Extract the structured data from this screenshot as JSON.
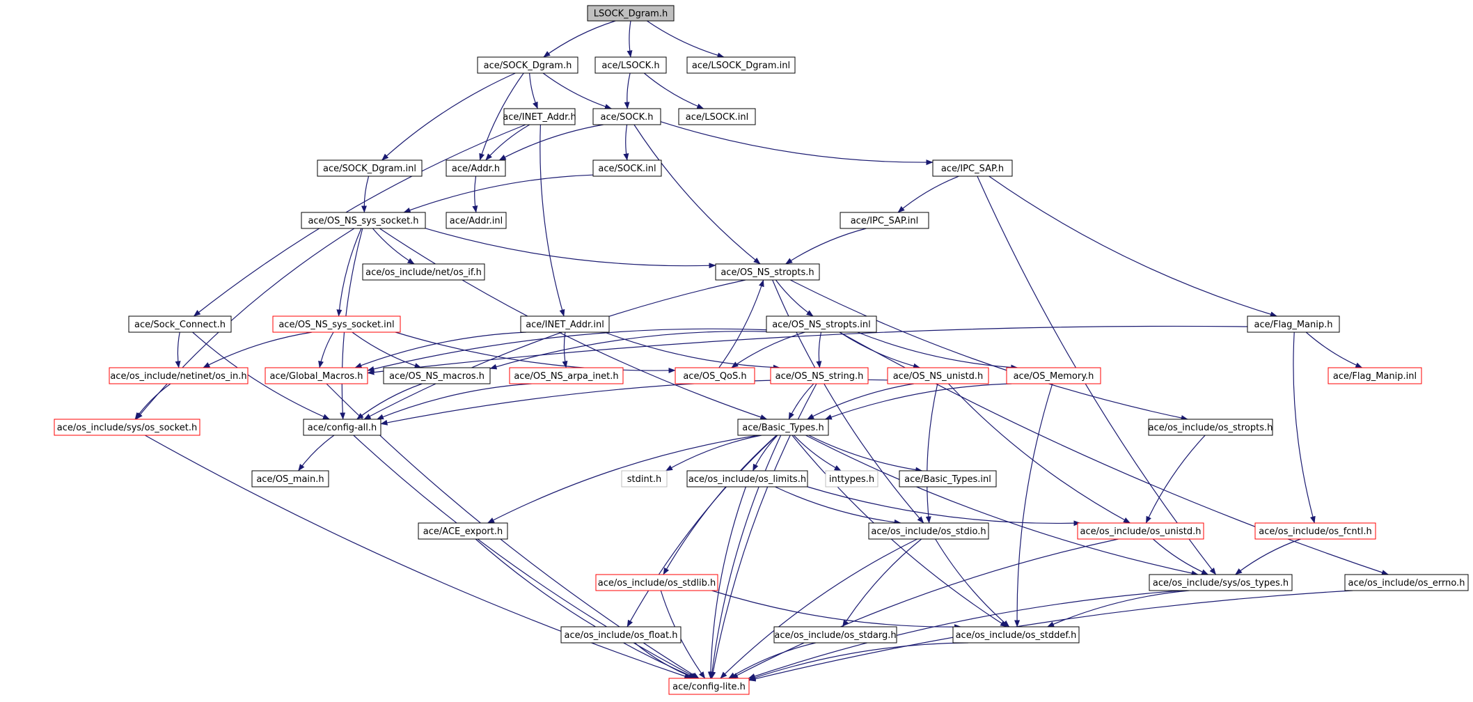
{
  "colors": {
    "edge": "#191970",
    "box_border": "#000000",
    "truncated_border": "#ff0000",
    "system_border": "#bfbfbf",
    "root_fill": "#bfbfbf"
  },
  "nodes": [
    {
      "id": "lsock_dgram_h",
      "label": "LSOCK_Dgram.h",
      "kind": "root"
    },
    {
      "id": "sock_dgram_h",
      "label": "ace/SOCK_Dgram.h",
      "kind": "normal"
    },
    {
      "id": "lsock_h",
      "label": "ace/LSOCK.h",
      "kind": "normal"
    },
    {
      "id": "lsock_dgram_inl",
      "label": "ace/LSOCK_Dgram.inl",
      "kind": "normal"
    },
    {
      "id": "inet_addr_h",
      "label": "ace/INET_Addr.h",
      "kind": "normal"
    },
    {
      "id": "sock_h",
      "label": "ace/SOCK.h",
      "kind": "normal"
    },
    {
      "id": "lsock_inl",
      "label": "ace/LSOCK.inl",
      "kind": "normal"
    },
    {
      "id": "sock_dgram_inl",
      "label": "ace/SOCK_Dgram.inl",
      "kind": "normal"
    },
    {
      "id": "addr_h",
      "label": "ace/Addr.h",
      "kind": "normal"
    },
    {
      "id": "sock_inl",
      "label": "ace/SOCK.inl",
      "kind": "normal"
    },
    {
      "id": "ipc_sap_h",
      "label": "ace/IPC_SAP.h",
      "kind": "normal"
    },
    {
      "id": "os_ns_sys_socket_h",
      "label": "ace/OS_NS_sys_socket.h",
      "kind": "normal"
    },
    {
      "id": "addr_inl",
      "label": "ace/Addr.inl",
      "kind": "normal"
    },
    {
      "id": "ipc_sap_inl",
      "label": "ace/IPC_SAP.inl",
      "kind": "normal"
    },
    {
      "id": "os_if_h",
      "label": "ace/os_include/net/os_if.h",
      "kind": "normal"
    },
    {
      "id": "os_ns_stropts_h",
      "label": "ace/OS_NS_stropts.h",
      "kind": "normal"
    },
    {
      "id": "sock_connect_h",
      "label": "ace/Sock_Connect.h",
      "kind": "normal"
    },
    {
      "id": "os_ns_sys_socket_inl",
      "label": "ace/OS_NS_sys_socket.inl",
      "kind": "truncated"
    },
    {
      "id": "inet_addr_inl",
      "label": "ace/INET_Addr.inl",
      "kind": "normal"
    },
    {
      "id": "os_ns_stropts_inl",
      "label": "ace/OS_NS_stropts.inl",
      "kind": "normal"
    },
    {
      "id": "flag_manip_h",
      "label": "ace/Flag_Manip.h",
      "kind": "normal"
    },
    {
      "id": "os_in_h",
      "label": "ace/os_include/netinet/os_in.h",
      "kind": "truncated"
    },
    {
      "id": "global_macros_h",
      "label": "ace/Global_Macros.h",
      "kind": "truncated"
    },
    {
      "id": "os_ns_macros_h",
      "label": "ace/OS_NS_macros.h",
      "kind": "normal"
    },
    {
      "id": "os_ns_arpa_inet_h",
      "label": "ace/OS_NS_arpa_inet.h",
      "kind": "truncated"
    },
    {
      "id": "os_qos_h",
      "label": "ace/OS_QoS.h",
      "kind": "truncated"
    },
    {
      "id": "os_ns_string_h",
      "label": "ace/OS_NS_string.h",
      "kind": "truncated"
    },
    {
      "id": "os_ns_unistd_h",
      "label": "ace/OS_NS_unistd.h",
      "kind": "truncated"
    },
    {
      "id": "os_memory_h",
      "label": "ace/OS_Memory.h",
      "kind": "truncated"
    },
    {
      "id": "flag_manip_inl",
      "label": "ace/Flag_Manip.inl",
      "kind": "truncated"
    },
    {
      "id": "os_socket_h",
      "label": "ace/os_include/sys/os_socket.h",
      "kind": "truncated"
    },
    {
      "id": "config_all_h",
      "label": "ace/config-all.h",
      "kind": "normal"
    },
    {
      "id": "basic_types_h",
      "label": "ace/Basic_Types.h",
      "kind": "normal"
    },
    {
      "id": "os_stropts_h",
      "label": "ace/os_include/os_stropts.h",
      "kind": "normal"
    },
    {
      "id": "os_main_h",
      "label": "ace/OS_main.h",
      "kind": "normal"
    },
    {
      "id": "stdint_h",
      "label": "stdint.h",
      "kind": "system"
    },
    {
      "id": "os_limits_h",
      "label": "ace/os_include/os_limits.h",
      "kind": "normal"
    },
    {
      "id": "inttypes_h",
      "label": "inttypes.h",
      "kind": "system"
    },
    {
      "id": "basic_types_inl",
      "label": "ace/Basic_Types.inl",
      "kind": "normal"
    },
    {
      "id": "ace_export_h",
      "label": "ace/ACE_export.h",
      "kind": "normal"
    },
    {
      "id": "os_stdio_h",
      "label": "ace/os_include/os_stdio.h",
      "kind": "normal"
    },
    {
      "id": "os_unistd_h",
      "label": "ace/os_include/os_unistd.h",
      "kind": "truncated"
    },
    {
      "id": "os_fcntl_h",
      "label": "ace/os_include/os_fcntl.h",
      "kind": "truncated"
    },
    {
      "id": "os_stdlib_h",
      "label": "ace/os_include/os_stdlib.h",
      "kind": "truncated"
    },
    {
      "id": "os_types_h",
      "label": "ace/os_include/sys/os_types.h",
      "kind": "normal"
    },
    {
      "id": "os_errno_h",
      "label": "ace/os_include/os_errno.h",
      "kind": "normal"
    },
    {
      "id": "os_float_h",
      "label": "ace/os_include/os_float.h",
      "kind": "normal"
    },
    {
      "id": "os_stdarg_h",
      "label": "ace/os_include/os_stdarg.h",
      "kind": "normal"
    },
    {
      "id": "os_stddef_h",
      "label": "ace/os_include/os_stddef.h",
      "kind": "normal"
    },
    {
      "id": "config_lite_h",
      "label": "ace/config-lite.h",
      "kind": "truncated"
    }
  ],
  "edges": [
    [
      "lsock_dgram_h",
      "sock_dgram_h"
    ],
    [
      "lsock_dgram_h",
      "lsock_h"
    ],
    [
      "lsock_dgram_h",
      "lsock_dgram_inl"
    ],
    [
      "sock_dgram_h",
      "inet_addr_h"
    ],
    [
      "sock_dgram_h",
      "sock_h"
    ],
    [
      "sock_dgram_h",
      "addr_h"
    ],
    [
      "sock_dgram_h",
      "sock_dgram_inl"
    ],
    [
      "lsock_h",
      "sock_h"
    ],
    [
      "lsock_h",
      "lsock_inl"
    ],
    [
      "inet_addr_h",
      "addr_h"
    ],
    [
      "inet_addr_h",
      "sock_connect_h"
    ],
    [
      "inet_addr_h",
      "inet_addr_inl"
    ],
    [
      "sock_h",
      "addr_h"
    ],
    [
      "sock_h",
      "sock_inl"
    ],
    [
      "sock_h",
      "ipc_sap_h"
    ],
    [
      "sock_h",
      "os_ns_stropts_h"
    ],
    [
      "sock_dgram_inl",
      "os_ns_sys_socket_h"
    ],
    [
      "sock_inl",
      "os_ns_sys_socket_h"
    ],
    [
      "addr_h",
      "addr_inl"
    ],
    [
      "ipc_sap_h",
      "ipc_sap_inl"
    ],
    [
      "ipc_sap_h",
      "flag_manip_h"
    ],
    [
      "ipc_sap_h",
      "os_types_h"
    ],
    [
      "ipc_sap_inl",
      "os_ns_stropts_h"
    ],
    [
      "os_ns_sys_socket_h",
      "os_if_h"
    ],
    [
      "os_ns_sys_socket_h",
      "os_ns_stropts_h"
    ],
    [
      "os_ns_sys_socket_h",
      "os_ns_sys_socket_inl"
    ],
    [
      "os_ns_sys_socket_h",
      "os_socket_h"
    ],
    [
      "os_ns_sys_socket_h",
      "config_all_h"
    ],
    [
      "os_ns_sys_socket_h",
      "basic_types_h"
    ],
    [
      "os_ns_stropts_h",
      "os_ns_stropts_inl"
    ],
    [
      "os_ns_stropts_h",
      "os_stropts_h"
    ],
    [
      "os_ns_stropts_h",
      "config_all_h"
    ],
    [
      "os_ns_stropts_h",
      "os_stdio_h"
    ],
    [
      "sock_connect_h",
      "os_in_h"
    ],
    [
      "sock_connect_h",
      "config_all_h"
    ],
    [
      "os_ns_sys_socket_inl",
      "os_in_h"
    ],
    [
      "os_ns_sys_socket_inl",
      "global_macros_h"
    ],
    [
      "os_ns_sys_socket_inl",
      "os_ns_macros_h"
    ],
    [
      "os_ns_sys_socket_inl",
      "os_qos_h"
    ],
    [
      "inet_addr_inl",
      "global_macros_h"
    ],
    [
      "inet_addr_inl",
      "os_ns_arpa_inet_h"
    ],
    [
      "inet_addr_inl",
      "os_ns_string_h"
    ],
    [
      "os_ns_stropts_inl",
      "os_ns_macros_h"
    ],
    [
      "os_ns_stropts_inl",
      "os_qos_h"
    ],
    [
      "os_ns_stropts_inl",
      "os_ns_string_h"
    ],
    [
      "os_ns_stropts_inl",
      "os_ns_unistd_h"
    ],
    [
      "os_ns_stropts_inl",
      "os_memory_h"
    ],
    [
      "os_ns_stropts_inl",
      "os_errno_h"
    ],
    [
      "os_ns_stropts_inl",
      "global_macros_h"
    ],
    [
      "flag_manip_h",
      "global_macros_h"
    ],
    [
      "flag_manip_h",
      "flag_manip_inl"
    ],
    [
      "flag_manip_h",
      "os_fcntl_h"
    ],
    [
      "os_qos_h",
      "os_ns_stropts_h"
    ],
    [
      "os_in_h",
      "os_socket_h"
    ],
    [
      "global_macros_h",
      "config_lite_h"
    ],
    [
      "os_ns_macros_h",
      "config_all_h"
    ],
    [
      "os_ns_arpa_inet_h",
      "config_all_h"
    ],
    [
      "os_ns_string_h",
      "basic_types_h"
    ],
    [
      "os_ns_string_h",
      "config_lite_h"
    ],
    [
      "os_ns_unistd_h",
      "basic_types_h"
    ],
    [
      "os_ns_unistd_h",
      "config_all_h"
    ],
    [
      "os_ns_unistd_h",
      "os_stdio_h"
    ],
    [
      "os_ns_unistd_h",
      "os_unistd_h"
    ],
    [
      "os_memory_h",
      "basic_types_h"
    ],
    [
      "os_memory_h",
      "os_stddef_h"
    ],
    [
      "os_socket_h",
      "config_lite_h"
    ],
    [
      "config_all_h",
      "os_main_h"
    ],
    [
      "config_all_h",
      "config_lite_h"
    ],
    [
      "basic_types_h",
      "stdint_h"
    ],
    [
      "basic_types_h",
      "os_limits_h"
    ],
    [
      "basic_types_h",
      "inttypes_h"
    ],
    [
      "basic_types_h",
      "basic_types_inl"
    ],
    [
      "basic_types_h",
      "ace_export_h"
    ],
    [
      "basic_types_h",
      "os_stdlib_h"
    ],
    [
      "basic_types_h",
      "os_float_h"
    ],
    [
      "basic_types_h",
      "os_types_h"
    ],
    [
      "basic_types_h",
      "os_stddef_h"
    ],
    [
      "basic_types_h",
      "config_lite_h"
    ],
    [
      "os_stropts_h",
      "os_unistd_h"
    ],
    [
      "os_limits_h",
      "os_unistd_h"
    ],
    [
      "os_limits_h",
      "os_stdio_h"
    ],
    [
      "os_limits_h",
      "config_lite_h"
    ],
    [
      "ace_export_h",
      "config_lite_h"
    ],
    [
      "os_stdio_h",
      "os_stdarg_h"
    ],
    [
      "os_stdio_h",
      "os_stddef_h"
    ],
    [
      "os_stdio_h",
      "config_lite_h"
    ],
    [
      "os_unistd_h",
      "os_types_h"
    ],
    [
      "os_unistd_h",
      "config_lite_h"
    ],
    [
      "os_fcntl_h",
      "os_types_h"
    ],
    [
      "os_stdlib_h",
      "os_stddef_h"
    ],
    [
      "os_stdlib_h",
      "config_lite_h"
    ],
    [
      "os_types_h",
      "os_stddef_h"
    ],
    [
      "os_types_h",
      "config_lite_h"
    ],
    [
      "os_errno_h",
      "config_lite_h"
    ],
    [
      "os_float_h",
      "config_lite_h"
    ],
    [
      "os_stdarg_h",
      "config_lite_h"
    ],
    [
      "os_stddef_h",
      "config_lite_h"
    ]
  ]
}
